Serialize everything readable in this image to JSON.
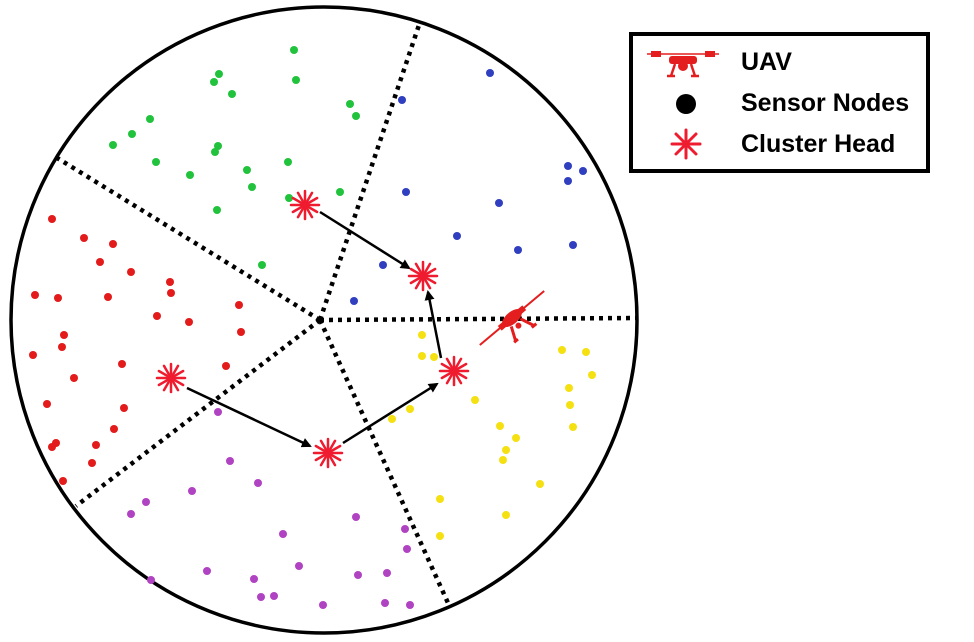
{
  "legend": {
    "items": [
      {
        "label": "UAV",
        "icon": "uav-icon"
      },
      {
        "label": "Sensor Nodes",
        "icon": "sensor-node-icon"
      },
      {
        "label": "Cluster Head",
        "icon": "cluster-head-icon"
      }
    ]
  },
  "colors": {
    "green": "#22c33c",
    "blue": "#2f3fbf",
    "red": "#e31b1b",
    "yellow": "#f5e012",
    "purple": "#b043c2",
    "uav": "#e41e1e",
    "cluster_head": "#ef1b2f",
    "boundary": "#000000"
  },
  "clusters": [
    {
      "name": "green",
      "color_key": "green"
    },
    {
      "name": "blue",
      "color_key": "blue"
    },
    {
      "name": "red",
      "color_key": "red"
    },
    {
      "name": "yellow",
      "color_key": "yellow"
    },
    {
      "name": "purple",
      "color_key": "purple"
    }
  ]
}
